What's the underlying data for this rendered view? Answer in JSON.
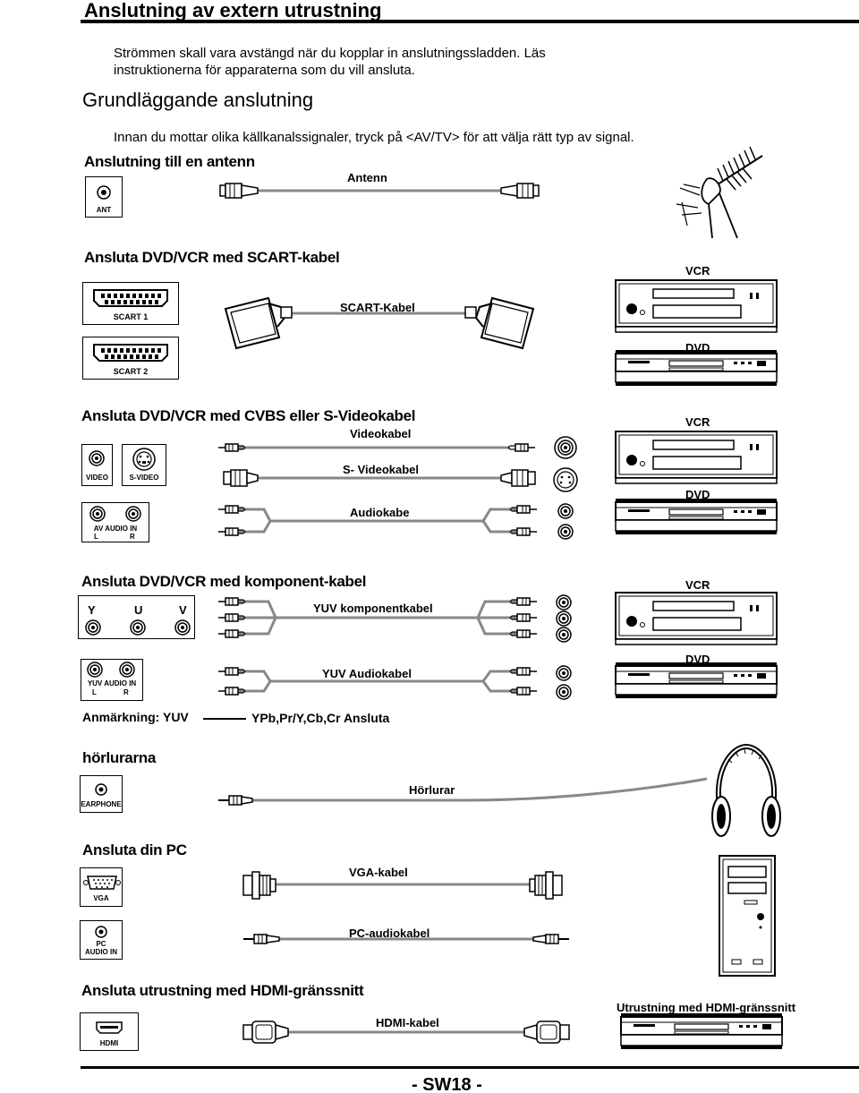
{
  "page": {
    "title": "Anslutning av extern utrustning",
    "intro": "Strömmen skall vara avstängd när du kopplar in anslutningssladden. Läs instruktionerna för apparaterna som du vill ansluta.",
    "intro_line1": "Strömmen skall vara avstängd när du kopplar in anslutningssladden. Läs",
    "intro_line2": "instruktionerna för apparaterna som du vill ansluta.",
    "subtitle": "Grundläggande anslutning",
    "basic_note": "Innan du mottar olika källkanalssignaler, tryck på <AV/TV> för att välja rätt typ av signal.",
    "page_number": "- SW18 -"
  },
  "antenna": {
    "heading": "Anslutning till en antenn",
    "port": "ANT",
    "cable": "Antenn"
  },
  "scart": {
    "heading": "Ansluta DVD/VCR med SCART-kabel",
    "port1": "SCART 1",
    "port2": "SCART 2",
    "cable": "SCART-Kabel",
    "device1": "VCR",
    "device2": "DVD"
  },
  "cvbs": {
    "heading": "Ansluta DVD/VCR med CVBS eller S-Videokabel",
    "port_video": "VIDEO",
    "port_svideo": "S-VIDEO",
    "audio_in": "AV AUDIO IN",
    "audio_l": "L",
    "audio_r": "R",
    "cable_video": "Videokabel",
    "cable_svideo": "S- Videokabel",
    "cable_audio": "Audiokabe",
    "device1": "VCR",
    "device2": "DVD"
  },
  "component": {
    "heading": "Ansluta DVD/VCR med komponent-kabel",
    "y": "Y",
    "u": "U",
    "v": "V",
    "audio_in": "YUV AUDIO IN",
    "audio_l": "L",
    "audio_r": "R",
    "cable_yuv": "YUV komponentkabel",
    "cable_audio": "YUV Audiokabel",
    "device1": "VCR",
    "device2": "DVD",
    "note_label": "Anmärkning:  YUV",
    "note_value": "YPb,Pr/Y,Cb,Cr Ansluta"
  },
  "headphones": {
    "heading": "hörlurarna",
    "port": "EARPHONE",
    "cable": "Hörlurar"
  },
  "pc": {
    "heading": "Ansluta din PC",
    "port_vga": "VGA",
    "port_audio1": "PC",
    "port_audio2": "AUDIO IN",
    "cable_vga": "VGA-kabel",
    "cable_audio": "PC-audiokabel"
  },
  "hdmi": {
    "heading": "Ansluta utrustning med HDMI-gränssnitt",
    "port": "HDMI",
    "cable": "HDMI-kabel",
    "device": "Utrustning med HDMI-gränssnitt"
  }
}
